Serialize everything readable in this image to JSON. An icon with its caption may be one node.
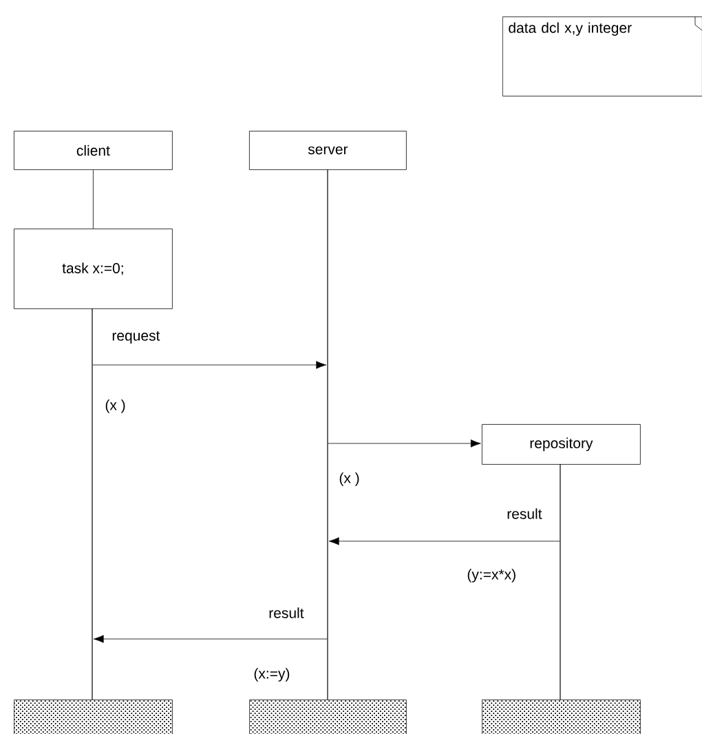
{
  "diagram": {
    "nodes": [
      {
        "text": [
          "data dcl x,y integer"
        ]
      },
      {
        "text": [
          "client"
        ]
      },
      {
        "text": [
          "server"
        ]
      },
      {
        "text": [
          "task x:=0;"
        ]
      },
      {
        "text": [
          "repository"
        ]
      },
      {
        "text": [],
        "shape": "bar"
      },
      {
        "text": [],
        "shape": "bar"
      },
      {
        "text": [],
        "shape": "bar"
      },
      {
        "text": [],
        "shape": "line"
      },
      {
        "text": [],
        "shape": "line"
      },
      {
        "text": [],
        "shape": "line"
      }
    ],
    "edges": [
      {
        "from": 1,
        "to": 3,
        "arrow": "none"
      },
      {
        "from": 8,
        "to": 9,
        "arrow": "to",
        "label": "request"
      },
      {
        "from": 9,
        "to": 4,
        "arrow": "to"
      },
      {
        "from": 10,
        "to": 9,
        "arrow": "to",
        "label": "result"
      },
      {
        "from": 9,
        "to": 8,
        "arrow": "to",
        "label": "result"
      }
    ],
    "labels": [
      "(x )",
      "(x )",
      "(y:=x*x)",
      "(x:=y)"
    ]
  }
}
